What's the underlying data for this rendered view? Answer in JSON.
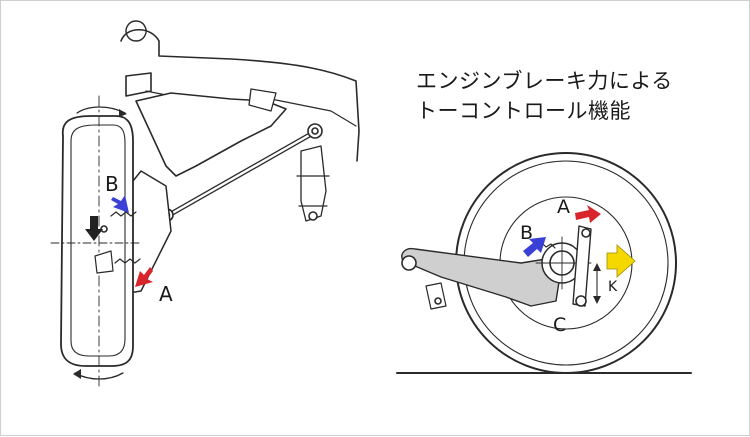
{
  "title": {
    "line1": "エンジンブレーキ力による",
    "line2": "トーコントロール機能"
  },
  "left_labels": {
    "b": "B",
    "a": "A"
  },
  "right_labels": {
    "a": "A",
    "b": "B",
    "c": "C",
    "k": "K"
  },
  "colors": {
    "red_arrow": "#d9262c",
    "blue_arrow": "#3a3fd6",
    "yellow_arrow": "#f5d800",
    "black_arrow": "#222222",
    "line": "#2a2a2a",
    "shade": "#cfcfcf"
  }
}
